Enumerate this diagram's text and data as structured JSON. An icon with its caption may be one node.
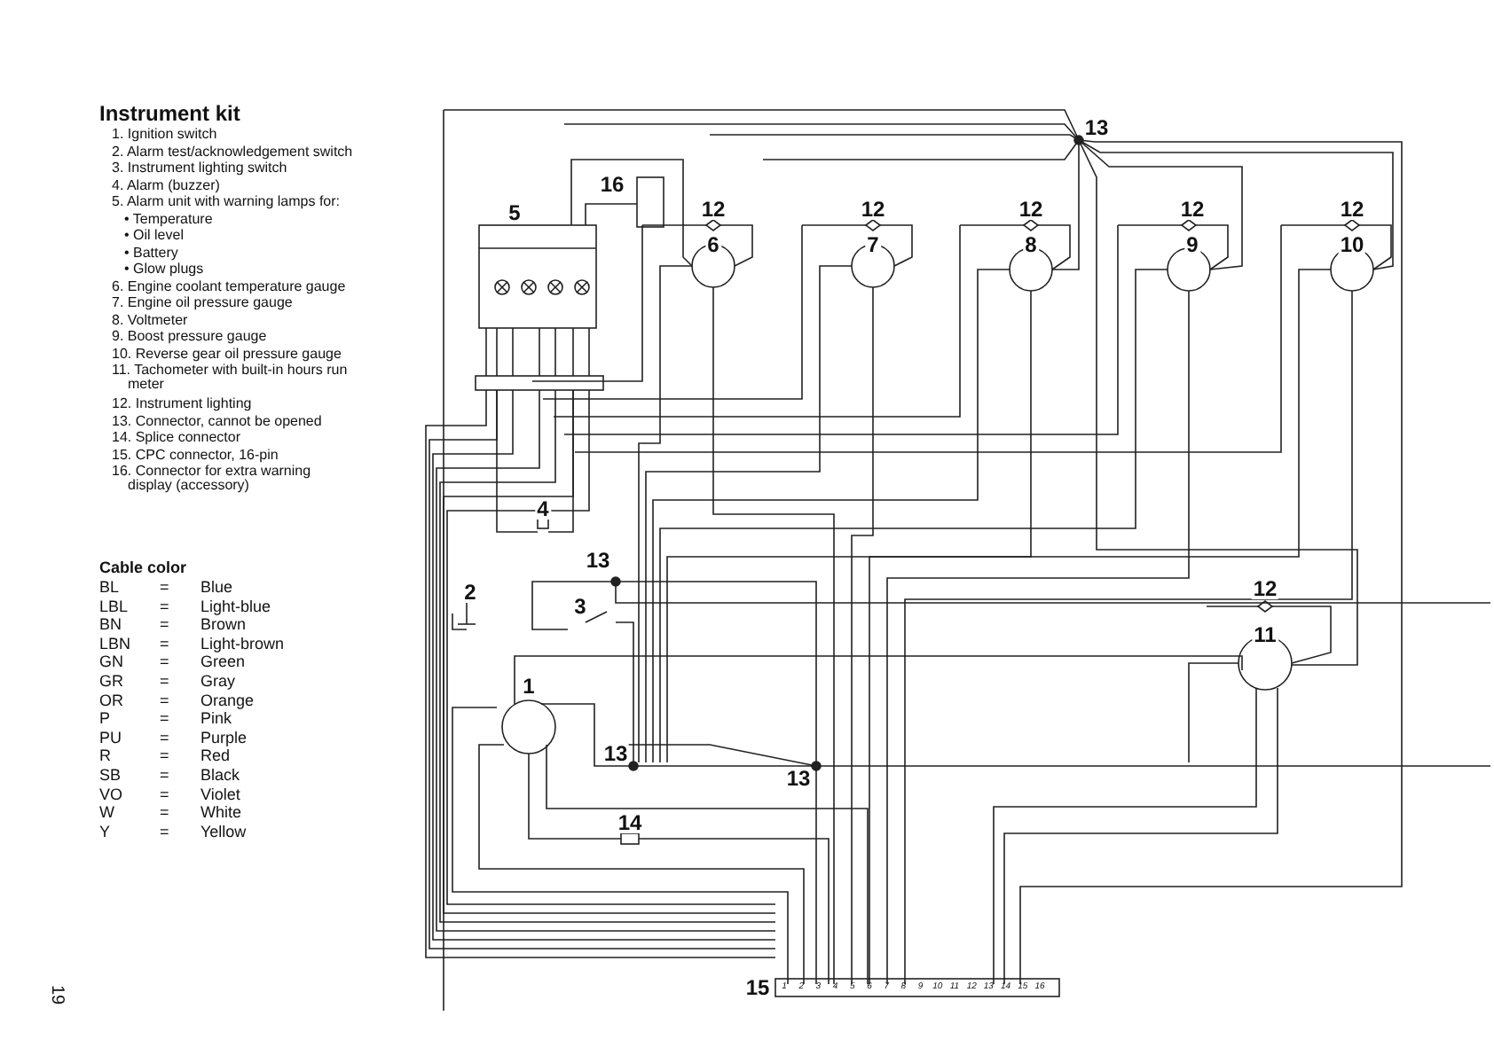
{
  "diagram": {
    "title": "Instrument kit",
    "labels": [
      "1. Ignition switch",
      "2. Alarm test/acknowledgement switch",
      "3. Instrument lighting switch",
      "4. Alarm (buzzer)",
      "5. Alarm unit with warning lamps for:",
      "• Temperature",
      "• Oil level",
      "• Battery",
      "• Glow plugs",
      "6. Engine coolant temperature gauge",
      "7. Engine oil pressure gauge",
      "8. Voltmeter",
      "9. Boost pressure gauge",
      "10. Reverse gear oil pressure gauge",
      "11. Tachometer with built-in hours run meter",
      "12. Instrument lighting",
      "13. Connector, cannot be opened",
      "14. Splice connector",
      "15. CPC connector, 16-pin",
      "16. Connector for extra warning display (accessory)",
      "Cable color",
      "BL",
      "=",
      "Blue",
      "LBL",
      "=",
      "Light-blue",
      "BN",
      "=",
      "Brown",
      "LBN",
      "=",
      "Light-brown",
      "GN",
      "=",
      "Green",
      "GR",
      "=",
      "Gray",
      "OR",
      "=",
      "Orange",
      "P",
      "=",
      "Pink",
      "PU",
      "=",
      "Purple",
      "R",
      "=",
      "Red",
      "SB",
      "=",
      "Black",
      "VO",
      "=",
      "Violet",
      "W",
      "=",
      "White",
      "Y",
      "=",
      "Yellow",
      "16",
      "5",
      "12",
      "12",
      "12",
      "12",
      "12",
      "13",
      "6",
      "7",
      "8",
      "9",
      "10",
      "4",
      "13",
      "2",
      "3",
      "12",
      "11",
      "1",
      "13",
      "13",
      "14",
      "15",
      "1",
      "2",
      "3",
      "4",
      "5",
      "6",
      "7",
      "8",
      "9",
      "10",
      "11",
      "12",
      "13",
      "14",
      "15",
      "16",
      "19"
    ]
  }
}
